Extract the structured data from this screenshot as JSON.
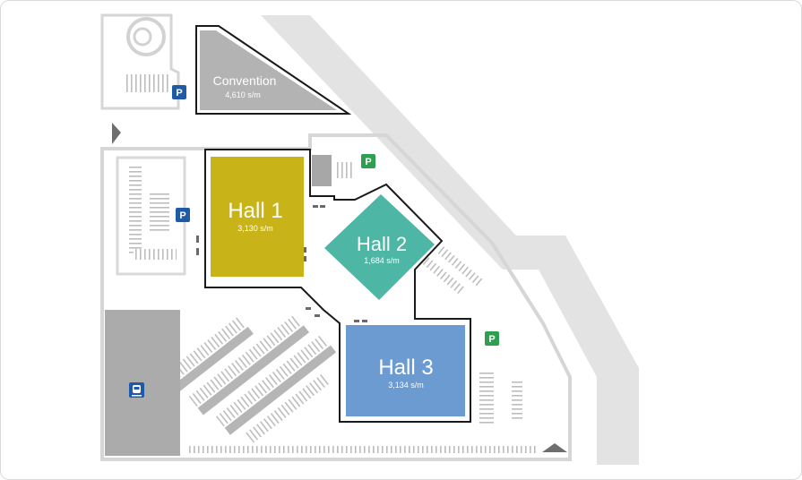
{
  "venue_map": {
    "convention": {
      "name": "Convention",
      "area": "4,610 s/m",
      "color": "#b3b3b3"
    },
    "hall1": {
      "name": "Hall 1",
      "area": "3,130 s/m",
      "color": "#c8b418"
    },
    "hall2": {
      "name": "Hall 2",
      "area": "1,684 s/m",
      "color": "#4db6a4"
    },
    "hall3": {
      "name": "Hall 3",
      "area": "3,134 s/m",
      "color": "#6b9bd1"
    },
    "parking_label": "P",
    "colors": {
      "parking_blue": "#1f5aa6",
      "parking_green": "#2e9e4f",
      "road": "#e0e0e0",
      "outline": "#1a1a1a"
    },
    "icons": [
      "parking-icon",
      "train-station-icon",
      "road-arrow-icon"
    ]
  }
}
